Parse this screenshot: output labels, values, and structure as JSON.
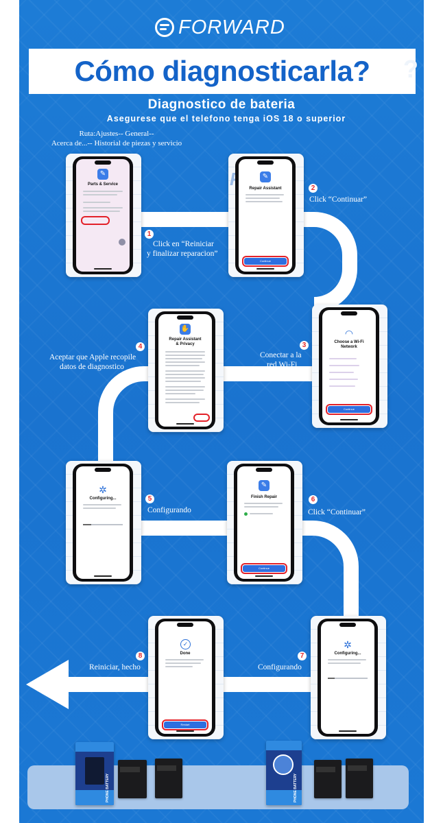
{
  "brand": {
    "name": "FORWARD",
    "icon": "forward-logo-icon"
  },
  "banner": {
    "title": "Cómo diagnosticarla?",
    "trailing_mark": "?"
  },
  "header": {
    "title": "Diagnostico de bateria",
    "subtitle": "Asegurese  que el telefono tenga iOS 18 o superior",
    "route_line1": "Ruta:Ajustes-- General--",
    "route_line2": "Acerca de...-- Historial de piezas y servicio"
  },
  "colors": {
    "background": "#1b76d2",
    "path": "#ffffff",
    "accent_red": "#e32028",
    "button_blue": "#2d6fe0",
    "banner_text": "#1463c8"
  },
  "steps": [
    {
      "number": "1",
      "label_line1": "Click en “Reiniciar",
      "label_line2": "y finalizar reparacion”",
      "screen_title": "Parts & Service",
      "icon": "tools-icon"
    },
    {
      "number": "2",
      "label_line1": "Click “Continuar”",
      "screen_title": "Repair Assistant",
      "button_text": "Continue",
      "icon": "wrench-icon"
    },
    {
      "number": "3",
      "label_line1": "Conectar a la",
      "label_line2": "red Wi-Fi",
      "screen_title_line1": "Choose a Wi-Fi",
      "screen_title_line2": "Network",
      "button_text": "Continue",
      "icon": "wifi-icon"
    },
    {
      "number": "4",
      "label_line1": "Aceptar que Apple recopile",
      "label_line2": "datos de diagnostico",
      "screen_title_line1": "Repair Assistant",
      "screen_title_line2": "& Privacy",
      "icon": "hand-icon"
    },
    {
      "number": "5",
      "label_line1": "Configurando",
      "screen_title": "Configuring...",
      "icon": "gears-icon"
    },
    {
      "number": "6",
      "label_line1": "Click “Continuar”",
      "screen_title": "Finish Repair",
      "button_text": "Continue",
      "icon": "wrench-icon"
    },
    {
      "number": "7",
      "label_line1": "Configurando",
      "screen_title": "Configuring...",
      "icon": "gears-icon"
    },
    {
      "number": "8",
      "label_line1": "Reiniciar, hecho",
      "screen_title": "Done",
      "button_text": "Restart",
      "icon": "checkmark-icon"
    }
  ],
  "products": [
    {
      "icon": "battery-box-icon",
      "text": "PHONE BATTERY"
    },
    {
      "icon": "battery-box-robot-icon",
      "text": "PHONE BATTERY"
    }
  ]
}
